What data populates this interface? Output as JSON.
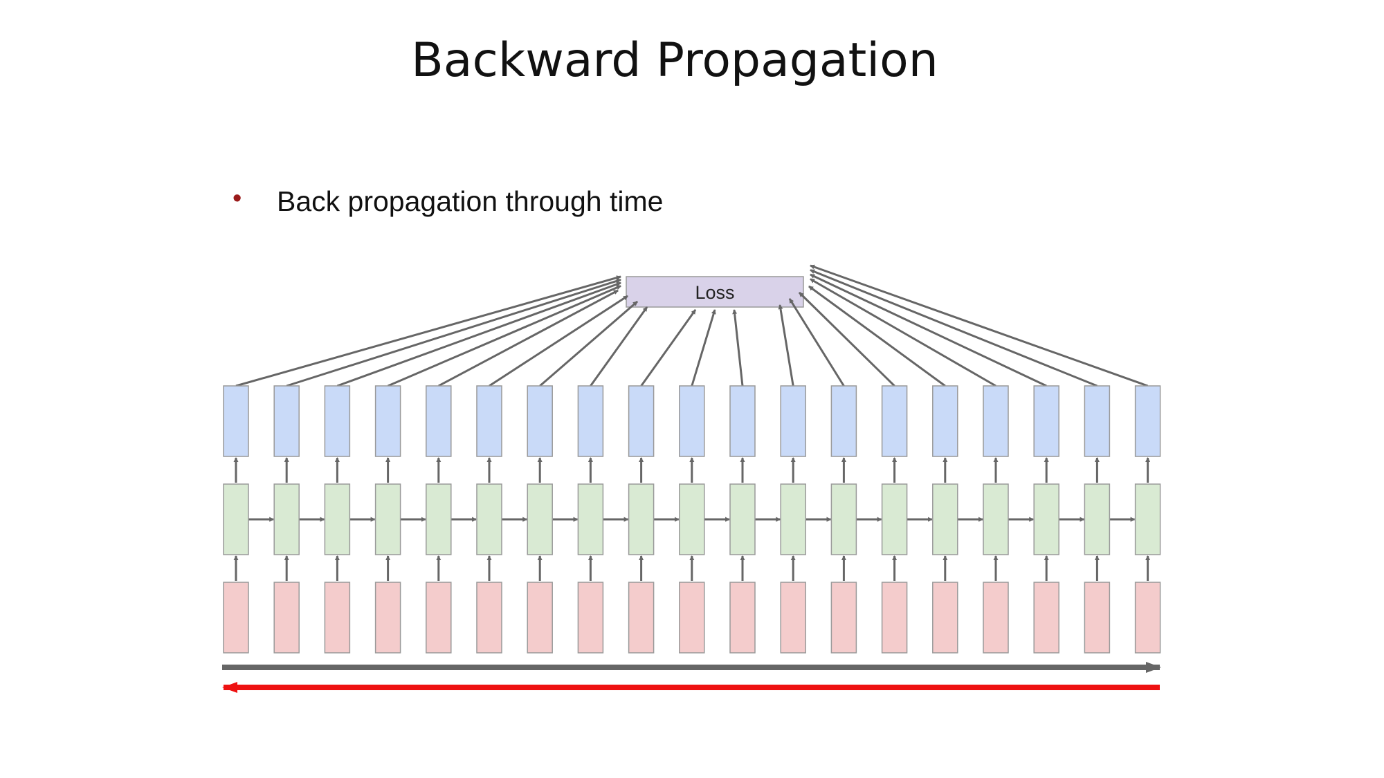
{
  "slide": {
    "title": "Backward Propagation",
    "bullet": "Back propagation through time"
  },
  "diagram": {
    "loss_label": "Loss",
    "timesteps": 19,
    "colors": {
      "loss_fill": "#d9d2e9",
      "output_fill": "#c9daf8",
      "hidden_fill": "#d9ead3",
      "input_fill": "#f4cccc",
      "box_stroke": "#999999",
      "arrow": "#666666",
      "backward_arrow": "#ee1111",
      "bullet": "#9a1a1a"
    },
    "icons": {
      "bullet": "bullet-dot-icon",
      "forward_time": "forward-time-arrow-icon",
      "backward_time": "backward-time-arrow-icon"
    }
  }
}
